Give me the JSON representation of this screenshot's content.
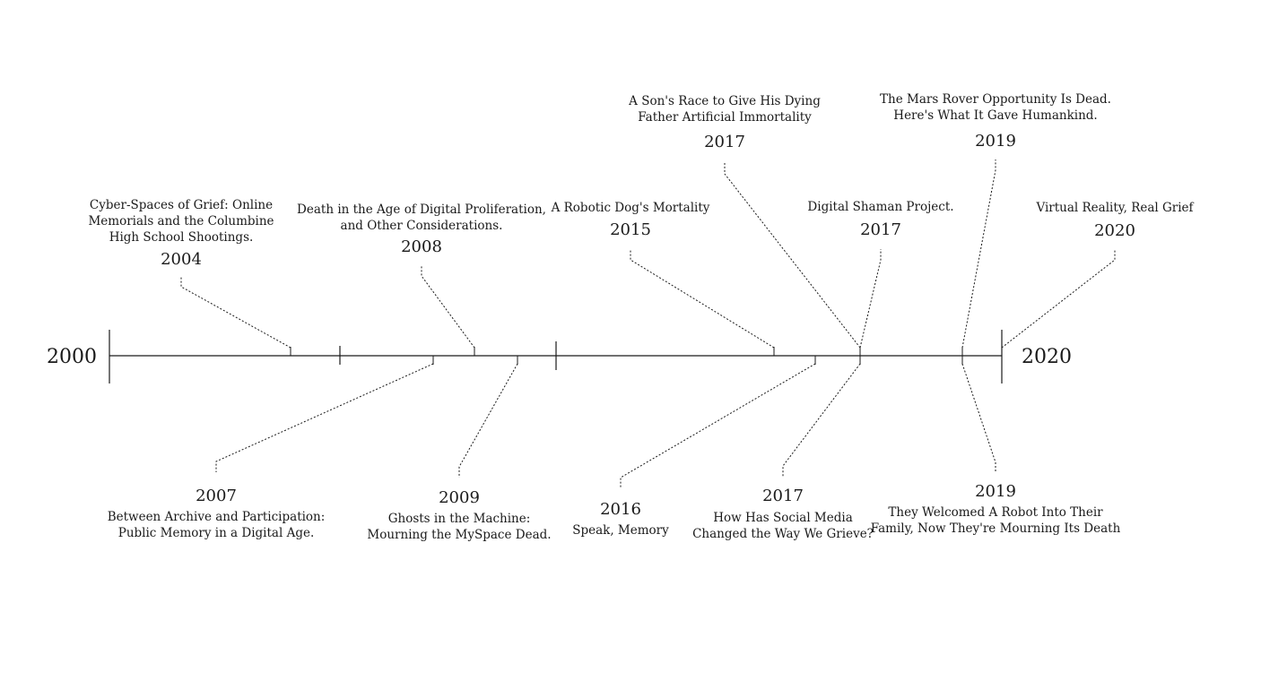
{
  "timeline": {
    "start_label": "2000",
    "end_label": "2020",
    "events": [
      {
        "year": "2004",
        "title": [
          "Cyber-Spaces of Grief: Online",
          "Memorials and the Columbine",
          "High School Shootings."
        ]
      },
      {
        "year": "2007",
        "title": [
          "Between Archive and Participation:",
          "Public Memory in a Digital Age."
        ]
      },
      {
        "year": "2008",
        "title": [
          "Death in the Age of Digital Proliferation,",
          "and Other Considerations."
        ]
      },
      {
        "year": "2009",
        "title": [
          "Ghosts in the Machine:",
          "Mourning the MySpace Dead."
        ]
      },
      {
        "year": "2015",
        "title": [
          "A Robotic Dog's Mortality"
        ]
      },
      {
        "year": "2016",
        "title": [
          "Speak, Memory"
        ]
      },
      {
        "year": "2017",
        "title": [
          "A Son's Race to Give His Dying",
          "Father Artificial Immortality"
        ]
      },
      {
        "year": "2017",
        "title": [
          "Digital Shaman Project."
        ]
      },
      {
        "year": "2017",
        "title": [
          "How Has Social Media",
          "Changed the Way We Grieve?"
        ]
      },
      {
        "year": "2019",
        "title": [
          "The Mars Rover Opportunity Is Dead.",
          "Here's What It Gave Humankind."
        ]
      },
      {
        "year": "2019",
        "title": [
          "They Welcomed A Robot Into Their",
          "Family, Now They're Mourning Its Death"
        ]
      },
      {
        "year": "2020",
        "title": [
          "Virtual Reality, Real Grief"
        ]
      }
    ]
  }
}
